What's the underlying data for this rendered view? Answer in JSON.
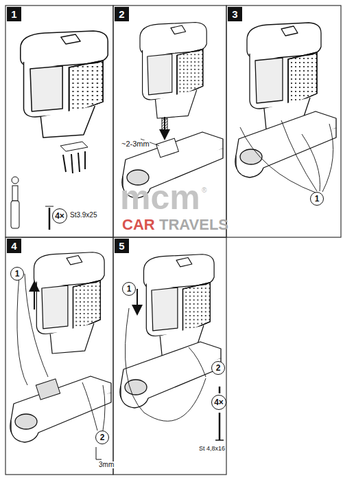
{
  "diagram": {
    "nodes": [
      {
        "text": [
          "1"
        ]
      },
      {
        "text": [
          "4×"
        ]
      },
      {
        "text": [
          "2"
        ]
      },
      {
        "text": [
          "3"
        ]
      },
      {
        "text": [
          "1"
        ]
      },
      {
        "text": [
          "4"
        ]
      },
      {
        "text": [
          "1"
        ]
      },
      {
        "text": [
          "2"
        ]
      },
      {
        "text": [
          "5"
        ]
      },
      {
        "text": [
          "1"
        ]
      },
      {
        "text": [
          "2"
        ]
      },
      {
        "text": [
          "4×"
        ]
      }
    ],
    "labels": [
      "St3.9x25",
      "~2-3mm",
      "3mm",
      "St 4,8x16",
      "mcm",
      "®",
      "CAR",
      "TRAVELS"
    ]
  }
}
